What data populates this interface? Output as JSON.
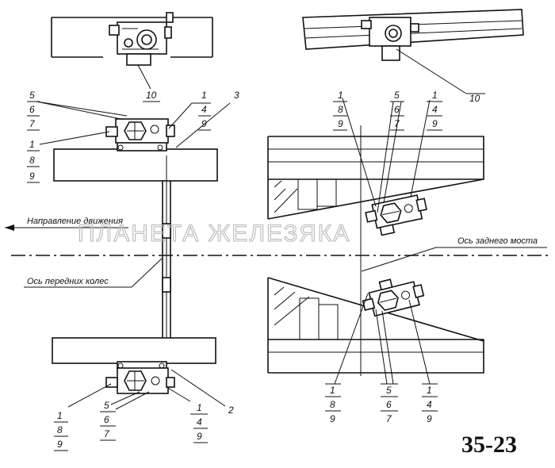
{
  "drawing_code": "35-23",
  "watermark": "ПЛАНЕТА ЖЕЛЕЗЯКА",
  "labels": {
    "direction": "Направление движения",
    "front_axle": "Ось передних колес",
    "rear_axle": "Ось заднего моста"
  },
  "callouts": {
    "top_left_unit": "10",
    "top_right_unit": "10",
    "frame_part": "3",
    "bracket_part": "2"
  },
  "stacks": {
    "s_5_6_7": [
      "5",
      "6",
      "7"
    ],
    "s_1_4_9": [
      "1",
      "4",
      "9"
    ],
    "s_1_8_9": [
      "1",
      "8",
      "9"
    ]
  }
}
